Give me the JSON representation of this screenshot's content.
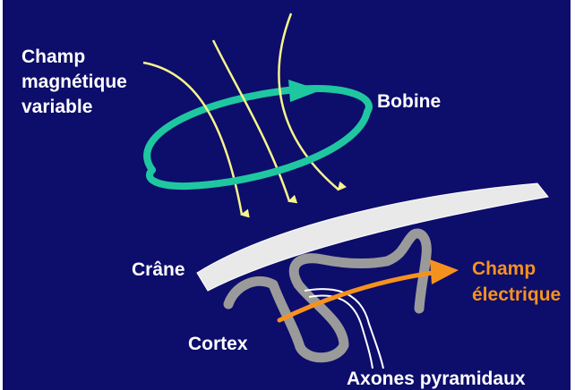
{
  "colors": {
    "background": "#0d0d6b",
    "frame": "#ffffff",
    "coil": "#1fc7a0",
    "field_lines": "#f7f58a",
    "skull": "#e9e9e9",
    "cortex": "#9a9a9a",
    "axons": "#ffffff",
    "electric_field": "#f5921f",
    "label_white": "#ffffff",
    "label_orange": "#f5921f"
  },
  "labels": {
    "magnetic_field": [
      "Champ",
      "magnétique",
      "variable"
    ],
    "coil": "Bobine",
    "skull": "Crâne",
    "electric_field": [
      "Champ",
      "électrique"
    ],
    "cortex": "Cortex",
    "axons": "Axones pyramidaux"
  },
  "icons": {
    "coil": "loop-arrow-icon",
    "electric_field": "arrow-icon"
  }
}
